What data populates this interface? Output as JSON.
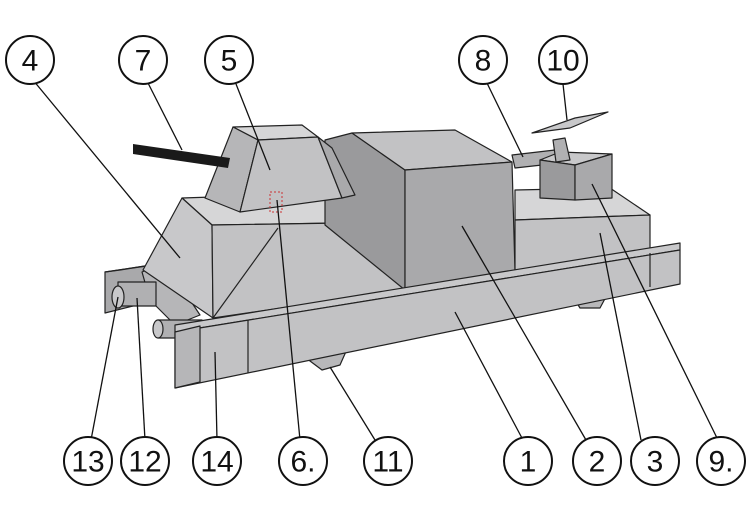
{
  "diagram": {
    "colors": {
      "outline": "#222222",
      "face_light": "#d6d6d7",
      "face_mid": "#c2c2c4",
      "face_dark": "#a9a9ab",
      "face_darker": "#9a9a9c",
      "barrel": "#1a1a1a",
      "hatch": "#cc3333"
    },
    "callouts": [
      {
        "id": "c4",
        "label": "4"
      },
      {
        "id": "c7",
        "label": "7"
      },
      {
        "id": "c5",
        "label": "5"
      },
      {
        "id": "c8",
        "label": "8"
      },
      {
        "id": "c10",
        "label": "10"
      },
      {
        "id": "c13",
        "label": "13"
      },
      {
        "id": "c12",
        "label": "12"
      },
      {
        "id": "c14",
        "label": "14"
      },
      {
        "id": "c6",
        "label": "6."
      },
      {
        "id": "c11",
        "label": "11"
      },
      {
        "id": "c1",
        "label": "1"
      },
      {
        "id": "c2",
        "label": "2"
      },
      {
        "id": "c3",
        "label": "3"
      },
      {
        "id": "c9",
        "label": "9."
      }
    ]
  }
}
